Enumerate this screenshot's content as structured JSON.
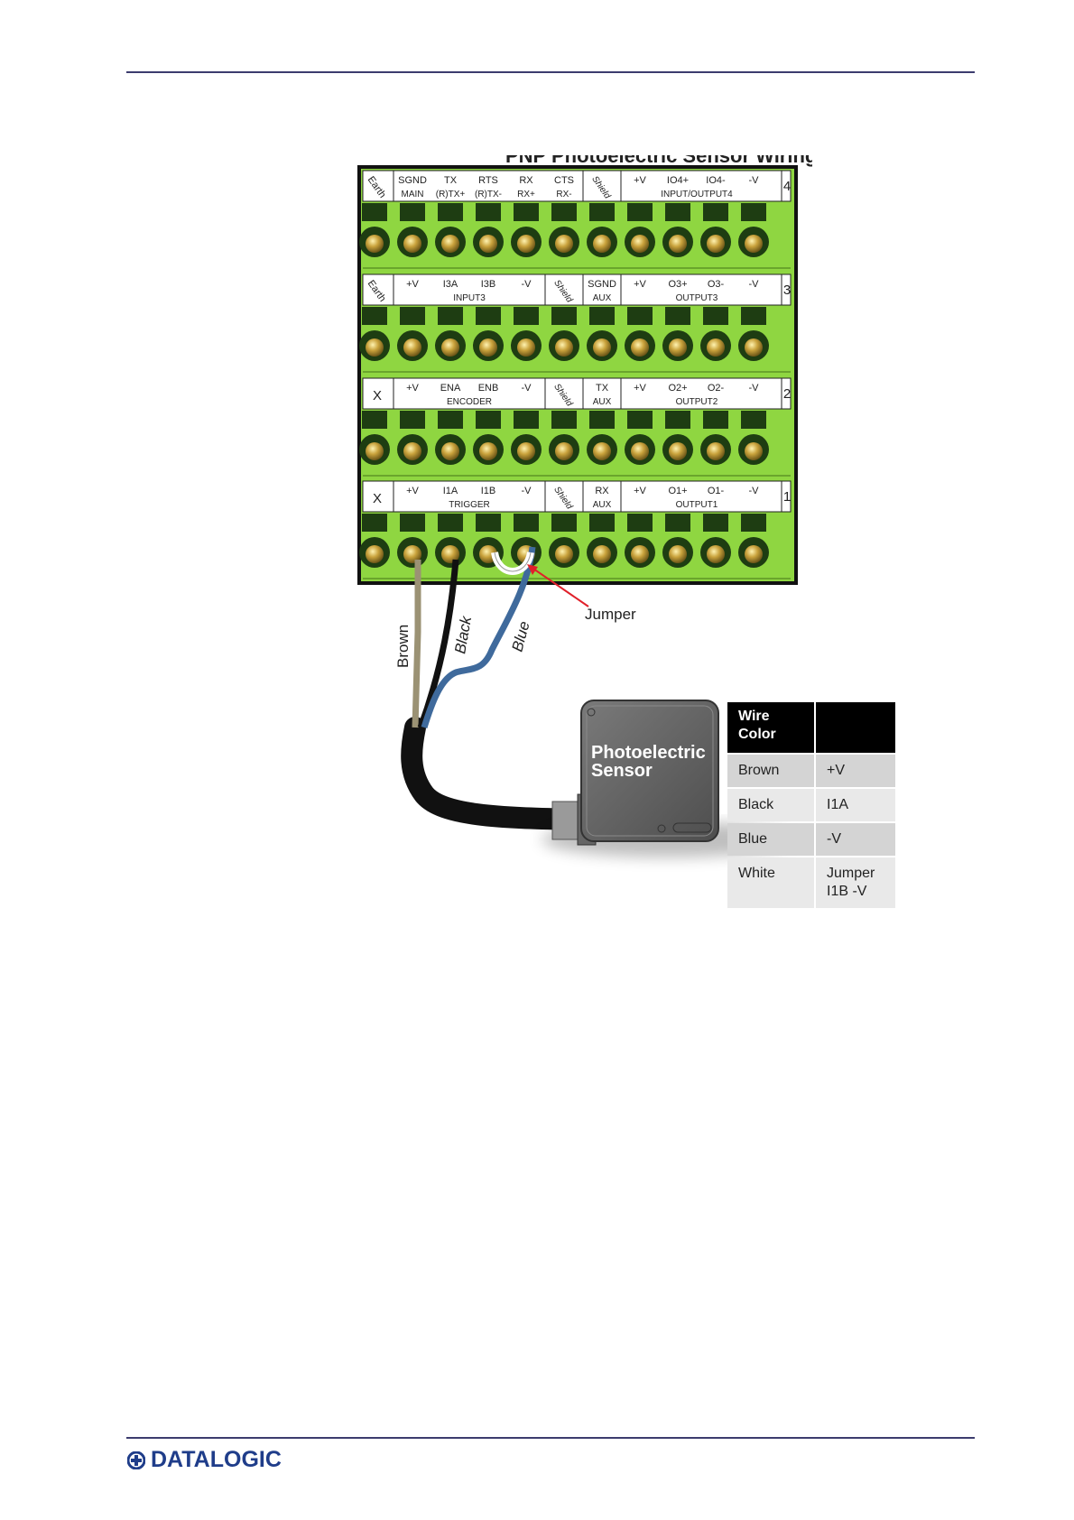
{
  "diagram": {
    "title_partial": "PNP Photoelectric Sensor Wiring",
    "strip4": {
      "number": "4",
      "earth": "Earth",
      "shield": "Shield",
      "labels": [
        [
          "SGND",
          "MAIN"
        ],
        [
          "TX",
          "(R)TX+"
        ],
        [
          "RTS",
          "(R)TX-"
        ],
        [
          "RX",
          "RX+"
        ],
        [
          "CTS",
          "RX-"
        ]
      ],
      "io_top": [
        "+V",
        "IO4+",
        "IO4-",
        "-V"
      ],
      "io_group": "INPUT/OUTPUT4"
    },
    "strip3": {
      "number": "3",
      "earth": "Earth",
      "shield": "Shield",
      "top": [
        "+V",
        "I3A",
        "I3B",
        "-V"
      ],
      "group": "INPUT3",
      "aux": [
        "SGND",
        "AUX"
      ],
      "out_top": [
        "+V",
        "O3+",
        "O3-",
        "-V"
      ],
      "out_group": "OUTPUT3"
    },
    "strip2": {
      "number": "2",
      "x": "X",
      "shield": "Shield",
      "top": [
        "+V",
        "ENA",
        "ENB",
        "-V"
      ],
      "group": "ENCODER",
      "aux": [
        "TX",
        "AUX"
      ],
      "out_top": [
        "+V",
        "O2+",
        "O2-",
        "-V"
      ],
      "out_group": "OUTPUT2"
    },
    "strip1": {
      "number": "1",
      "x": "X",
      "shield": "Shield",
      "top": [
        "+V",
        "I1A",
        "I1B",
        "-V"
      ],
      "group": "TRIGGER",
      "aux": [
        "RX",
        "AUX"
      ],
      "out_top": [
        "+V",
        "O1+",
        "O1-",
        "-V"
      ],
      "out_group": "OUTPUT1"
    },
    "wires": {
      "brown": "Brown",
      "black": "Black",
      "blue": "Blue",
      "jumper": "Jumper"
    },
    "sensor": [
      "Photoelectric",
      "Sensor"
    ],
    "colors": {
      "terminal_green": "#8fd641",
      "terminal_dark": "#1e3d12",
      "brown_wire": "#9b9274",
      "blue_wire": "#3f6a9c",
      "logo_blue": "#1f3d8a",
      "rule": "#3c3c6e"
    }
  },
  "wire_table": {
    "header": [
      "Wire\nColor",
      ""
    ],
    "rows": [
      [
        "Brown",
        "+V"
      ],
      [
        "Black",
        "I1A"
      ],
      [
        "Blue",
        "-V"
      ],
      [
        "White",
        "Jumper\nI1B -V"
      ]
    ]
  },
  "footer": {
    "logo_text": "DATALOGIC",
    "logo_icon": "datalogic-logo-icon"
  }
}
